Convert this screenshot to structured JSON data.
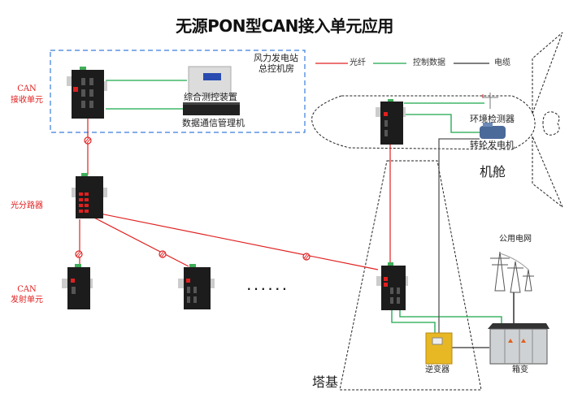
{
  "title": "无源PON型CAN接入单元应用",
  "legend": {
    "items": [
      {
        "label": "光纤",
        "color": "#e02020"
      },
      {
        "label": "控制数据",
        "color": "#1aa64a"
      },
      {
        "label": "电缆",
        "color": "#333333"
      }
    ]
  },
  "control_room": {
    "label_line1": "风力发电站",
    "label_line2": "总控机房",
    "border_color": "#3b7ddd",
    "devices": [
      {
        "label": "综合测控装置"
      },
      {
        "label": "数据通信管理机"
      }
    ]
  },
  "left_labels": {
    "receiver_line1": "CAN",
    "receiver_line2": "接收单元",
    "splitter": "光分路器",
    "transmitter_line1": "CAN",
    "transmitter_line2": "发射单元"
  },
  "ellipsis": "· · · · · ·",
  "nacelle": {
    "label": "机舱",
    "devices": [
      {
        "label": "环境检测器"
      },
      {
        "label": "转轮发电机"
      }
    ]
  },
  "tower": {
    "label": "塔基",
    "devices": [
      {
        "label": "逆变器"
      },
      {
        "label": "箱变"
      }
    ]
  },
  "grid": {
    "label": "公用电网"
  },
  "colors": {
    "fiber": "#e02020",
    "control": "#1aa64a",
    "cable": "#333333",
    "device_body": "#1c1c1c",
    "inverter": "#e8b824"
  }
}
